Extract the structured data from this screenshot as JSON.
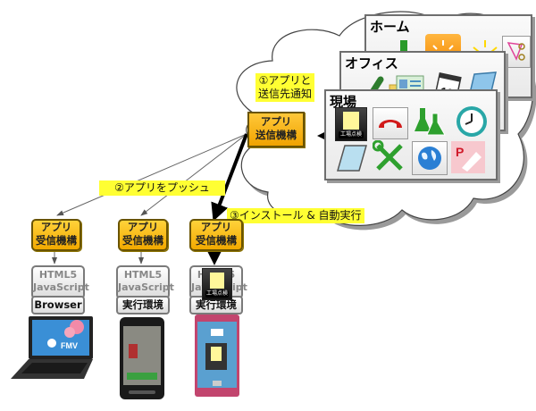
{
  "panels": {
    "home": {
      "title": "ホーム",
      "icons": [
        "microscope-icon",
        "sun-tile-icon",
        "sun-icon",
        "scissors-icon"
      ]
    },
    "office": {
      "title": "オフィス",
      "icons": [
        "pen-icon",
        "id-card-icon",
        "calendar-icon",
        "notebook-icon"
      ],
      "calendar_day": "12"
    },
    "field": {
      "title": "現場",
      "icons": [
        "inspection-memo-icon",
        "phone-icon",
        "flask-icon",
        "clock-icon",
        "tablet-icon",
        "tools-icon",
        "globe-icon",
        "p-marker-icon"
      ],
      "memo_caption": "工場点検"
    }
  },
  "sender": {
    "label_line1": "アプリ",
    "label_line2": "送信機構"
  },
  "steps": {
    "notify": {
      "line1": "①アプリと",
      "line2": "送信先通知"
    },
    "push": "②アプリをプッシュ",
    "install": "③インストール & 自動実行"
  },
  "clients": [
    {
      "receiver_line1": "アプリ",
      "receiver_line2": "受信機構",
      "runtime_line1": "HTML5",
      "runtime_line2": "JavaScript",
      "platform": "Browser",
      "device": "laptop",
      "device_brand": "FMV"
    },
    {
      "receiver_line1": "アプリ",
      "receiver_line2": "受信機構",
      "runtime_line1": "HTML5",
      "runtime_line2": "JavaScript",
      "platform": "実行環境",
      "device": "smartphone"
    },
    {
      "receiver_line1": "アプリ",
      "receiver_line2": "受信機構",
      "runtime_line1": "HTML5",
      "runtime_line2": "JavaScript",
      "platform": "実行環境",
      "device": "smartphone-pink",
      "installed_app_caption": "工場点検"
    }
  ],
  "colors": {
    "accent_yellow": "#f5b400",
    "label_yellow": "#ffff33",
    "panel_border": "#6e6e6e"
  }
}
